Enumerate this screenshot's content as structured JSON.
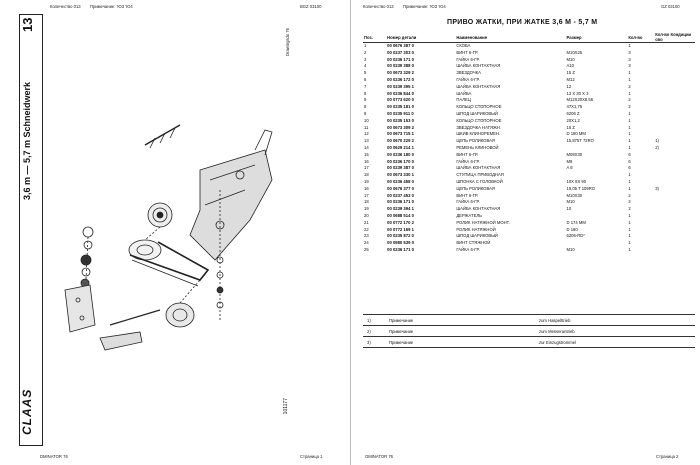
{
  "left_page": {
    "header": {
      "quantity": "Количество 013",
      "note": "Примечание: 'ЮЗ 'Ю4",
      "code": "BGZ 03100"
    },
    "section_number": "13",
    "vertical_title": "3,6 m — 5,7 m Schneidwerk",
    "side_code": "Drawingsdo 76",
    "logo": "CLAAS",
    "doc_number": "101177",
    "footer": {
      "model": "DMINATOR 76",
      "page": "Страница 1"
    }
  },
  "right_page": {
    "header": {
      "quantity": "Количество 013",
      "note": "Примечание: 'ЮЗ 'Ю4",
      "code": "GZ 03100"
    },
    "title": "ПРИВО ЖАТКИ, ПРИ ЖАТКЕ 3,6 М - 5,7 М",
    "columns": [
      "Поз.",
      "Номер детали",
      "Наименование",
      "Размер",
      "Кол-во",
      "Кол-во Кондиции сво"
    ],
    "rows": [
      {
        "pos": "1",
        "part": "00 0676 387 0",
        "name": "СКОБА",
        "size": "",
        "qty": "1",
        "extra": ""
      },
      {
        "pos": "2",
        "part": "00 0237 303 0",
        "name": "ВИНТ 6-ГР.",
        "size": "M10X25",
        "qty": "3",
        "extra": ""
      },
      {
        "pos": "3",
        "part": "00 0236 171 0",
        "name": "ГАЙКА 6-ГР.",
        "size": "M10",
        "qty": "3",
        "extra": ""
      },
      {
        "pos": "4",
        "part": "00 0239 388 0",
        "name": "ШАЙБА КОНТАКТНАЯ",
        "size": "A10",
        "qty": "3",
        "extra": ""
      },
      {
        "pos": "5",
        "part": "00 0673 329 2",
        "name": "ЗВЕЗДОЧКА",
        "size": "15 Z",
        "qty": "1",
        "extra": ""
      },
      {
        "pos": "6",
        "part": "00 0236 172 0",
        "name": "ГАЙКА 6-ГР.",
        "size": "M12",
        "qty": "1",
        "extra": ""
      },
      {
        "pos": "7",
        "part": "00 0239 395 1",
        "name": "ШАЙБА КОНТАКТНАЯ",
        "size": "12",
        "qty": "2",
        "extra": ""
      },
      {
        "pos": "8",
        "part": "00 0236 844 0",
        "name": "ШАЙБА",
        "size": "13 X 30 X 3",
        "qty": "1",
        "extra": ""
      },
      {
        "pos": "9",
        "part": "00 0773 620 0",
        "name": "ПАЛЕЦ",
        "size": "M12X20X8.56",
        "qty": "2",
        "extra": ""
      },
      {
        "pos": "8",
        "part": "00 0235 181 0",
        "name": "КОЛЬЦО СТОПОРНОЕ",
        "size": "47X1,75",
        "qty": "2",
        "extra": ""
      },
      {
        "pos": "9",
        "part": "00 0235 911 0",
        "name": "ШПОД ШАРИКОВЫЙ",
        "size": "6206 Z",
        "qty": "1",
        "extra": ""
      },
      {
        "pos": "10",
        "part": "00 0235 153 0",
        "name": "КОЛЬЦО СТОПОРНОЕ",
        "size": "20X1,2",
        "qty": "1",
        "extra": ""
      },
      {
        "pos": "11",
        "part": "00 0673 309 2",
        "name": "ЗВЕЗДОЧКА НАТЯЖН.",
        "size": "15 Z",
        "qty": "1",
        "extra": ""
      },
      {
        "pos": "12",
        "part": "00 0673 715 1",
        "name": "ШКИВ КЛИНОРЕМЕН.",
        "size": "D 190 MM",
        "qty": "1",
        "extra": ""
      },
      {
        "pos": "13",
        "part": "00 0670 229 2",
        "name": "ЦЕПЬ РОЛИКОВАЯ",
        "size": "15,875T 72RO",
        "qty": "1",
        "extra": "1)"
      },
      {
        "pos": "14",
        "part": "00 0629 214 1",
        "name": "РЕМЕНЬ КЛИНОВОЙ",
        "size": "",
        "qty": "1",
        "extra": "2)"
      },
      {
        "pos": "15",
        "part": "00 0236 180 0",
        "name": "ВИНТ 6-ГР.",
        "size": "M08X30",
        "qty": "6",
        "extra": ""
      },
      {
        "pos": "16",
        "part": "00 0236 170 0",
        "name": "ГАЙКА 6-ГР.",
        "size": "M8",
        "qty": "6",
        "extra": ""
      },
      {
        "pos": "17",
        "part": "00 0239 387 0",
        "name": "ШАЙБА КОНТАКТНАЯ",
        "size": "A 8",
        "qty": "6",
        "extra": ""
      },
      {
        "pos": "18",
        "part": "00 0673 330 1",
        "name": "СТУПИЦА ПРИВОДНАЯ",
        "size": "",
        "qty": "1",
        "extra": ""
      },
      {
        "pos": "19",
        "part": "00 0236 458 0",
        "name": "ШПОНКА С ГОЛОВКОЙ",
        "size": "10X 8X 90",
        "qty": "1",
        "extra": ""
      },
      {
        "pos": "16",
        "part": "00 0676 377 0",
        "name": "ЦЕПЬ РОЛИКОВАЯ",
        "size": "19,05 T 109RO",
        "qty": "1",
        "extra": "3)"
      },
      {
        "pos": "17",
        "part": "00 0237 453 0",
        "name": "ВИНТ 6-ГР.",
        "size": "M10X30",
        "qty": "2",
        "extra": ""
      },
      {
        "pos": "18",
        "part": "00 0236 171 0",
        "name": "ГАЙКА 6-ГР.",
        "size": "M10",
        "qty": "2",
        "extra": ""
      },
      {
        "pos": "19",
        "part": "00 0239 394 1",
        "name": "ШАЙБА КОНТАКТНАЯ",
        "size": "10",
        "qty": "2",
        "extra": ""
      },
      {
        "pos": "20",
        "part": "00 0688 514 0",
        "name": "ДЕРЖАТЕЛЬ",
        "size": "",
        "qty": "1",
        "extra": ""
      },
      {
        "pos": "21",
        "part": "00 0772 170 2",
        "name": "РОЛИК НАТЯЖНОЙ МОНТ.",
        "size": "D 174 MM",
        "qty": "1",
        "extra": ""
      },
      {
        "pos": "22",
        "part": "00 0772 169 1",
        "name": "РОЛИК НАТЯЖНОЙ",
        "size": "D 160",
        "qty": "1",
        "extra": ""
      },
      {
        "pos": "23",
        "part": "00 0235 872 0",
        "name": "ШПОД ШАРИКОВЫЙ",
        "size": "6206-RD*",
        "qty": "1",
        "extra": ""
      },
      {
        "pos": "24",
        "part": "00 0980 539 0",
        "name": "ВИНТ СТЯЖНОЙ",
        "size": "",
        "qty": "1",
        "extra": ""
      },
      {
        "pos": "25",
        "part": "00 0236 171 0",
        "name": "ГАЙКА 6-ГР.",
        "size": "M10",
        "qty": "1",
        "extra": ""
      }
    ],
    "notes": [
      {
        "num": "1)",
        "label": "Примечание",
        "text": "zum Haspelttrieb"
      },
      {
        "num": "2)",
        "label": "Примечание",
        "text": "zum Messerantrieb"
      },
      {
        "num": "3)",
        "label": "Примечание",
        "text": "zur Einzugstrommel"
      }
    ],
    "footer": {
      "model": "OMINATOR 76",
      "page": "Страница 2"
    }
  }
}
